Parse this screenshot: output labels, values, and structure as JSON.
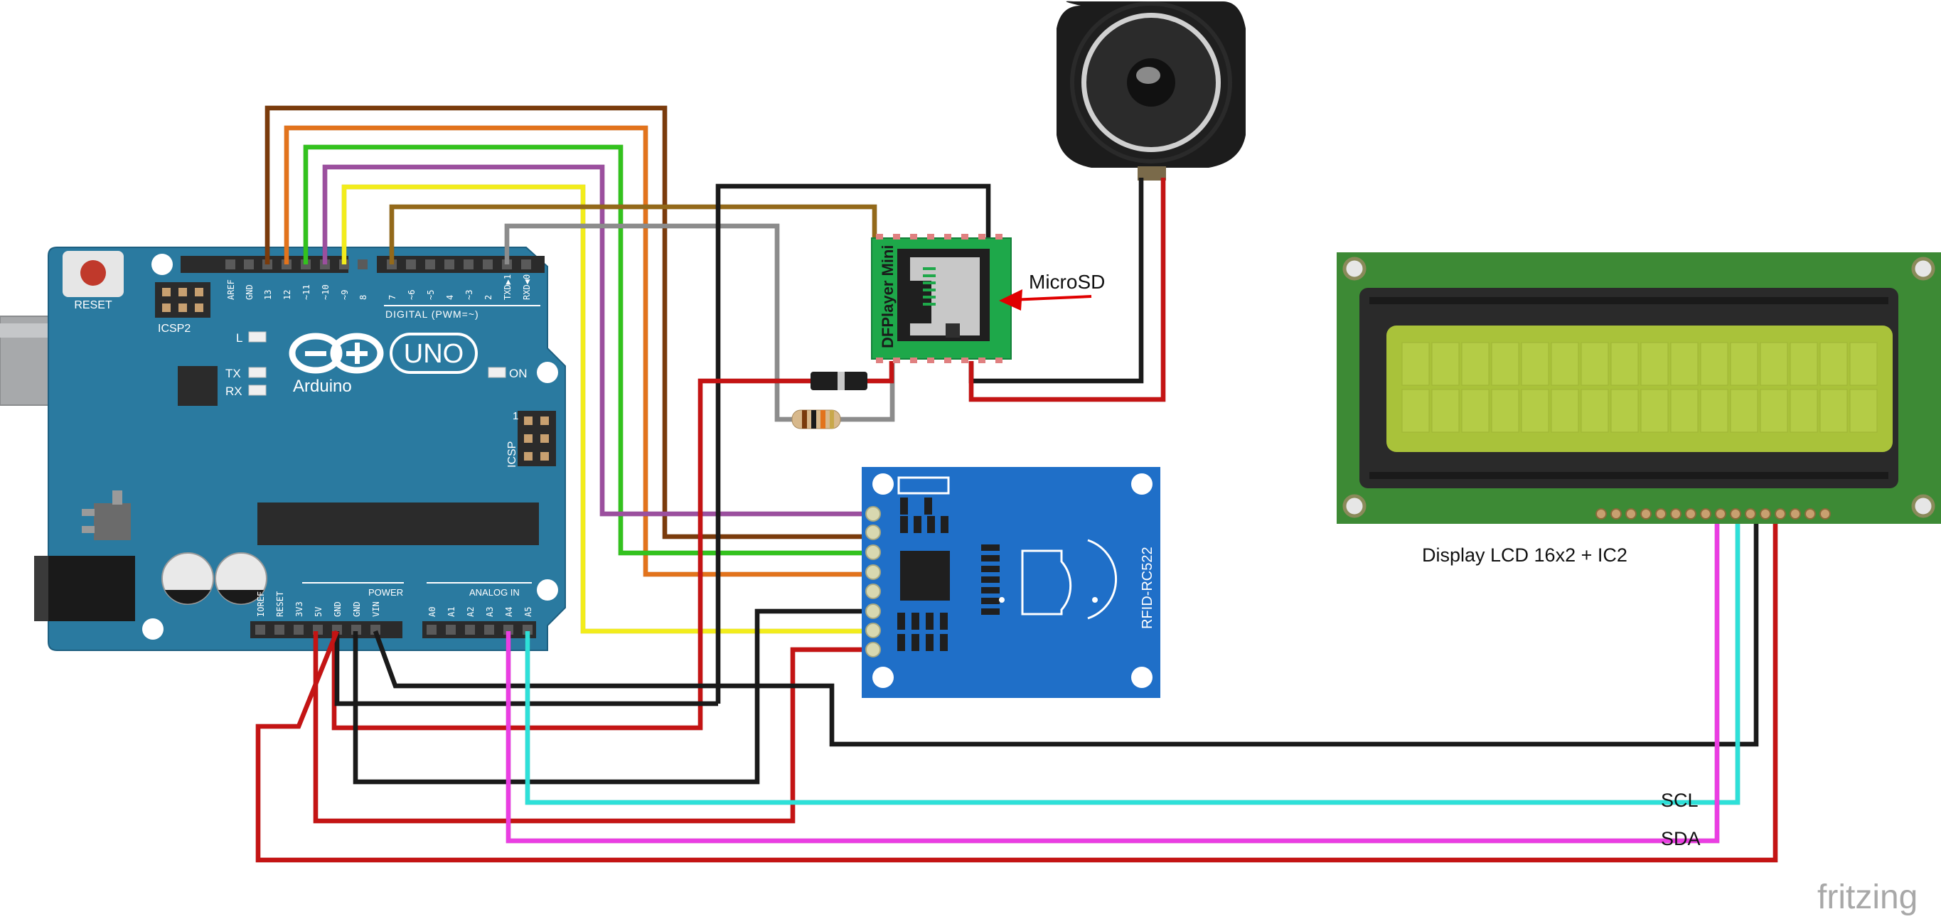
{
  "arduino": {
    "brand": "Arduino",
    "model": "UNO",
    "reset_label": "RESET",
    "icsp2_label": "ICSP2",
    "icsp_label": "ICSP",
    "led_l": "L",
    "led_tx": "TX",
    "led_rx": "RX",
    "led_on": "ON",
    "digital_header": "DIGITAL (PWM=~)",
    "power_header": "POWER",
    "analog_header": "ANALOG IN",
    "icsp1_label": "1",
    "top_pins": [
      "AREF",
      "GND",
      "13",
      "12",
      "~11",
      "~10",
      "~9",
      "8",
      "7",
      "~6",
      "~5",
      "4",
      "~3",
      "2",
      "TXD▶1",
      "RXD◀0"
    ],
    "power_pins": [
      "IOREF",
      "RESET",
      "3V3",
      "5V",
      "GND",
      "GND",
      "VIN"
    ],
    "analog_pins": [
      "A0",
      "A1",
      "A2",
      "A3",
      "A4",
      "A5"
    ]
  },
  "dfplayer": {
    "name": "DFPlayer Mini",
    "annotation": "MicroSD"
  },
  "rfid": {
    "name": "RFID-RC522"
  },
  "lcd": {
    "caption": "Display LCD 16x2 + IC2",
    "scl_label": "SCL",
    "sda_label": "SDA"
  },
  "watermark": "fritzing",
  "colors": {
    "board_blue": "#2a7aa0",
    "rfid_blue": "#1f6fc8",
    "dfplayer_green": "#1ea84a",
    "lcd_green": "#3d8a35",
    "lcd_screen": "#a9c23a",
    "wire_red": "#c41414",
    "wire_black": "#1a1a1a",
    "wire_brown": "#7a3b0c",
    "wire_orange": "#e2731c",
    "wire_green": "#33c21e",
    "wire_purple": "#9b4f9e",
    "wire_yellow": "#f2ec1c",
    "wire_olive": "#93691a",
    "wire_gray": "#8c8c8c",
    "wire_cyan": "#2ee0d8",
    "wire_magenta": "#ea3ee2"
  }
}
